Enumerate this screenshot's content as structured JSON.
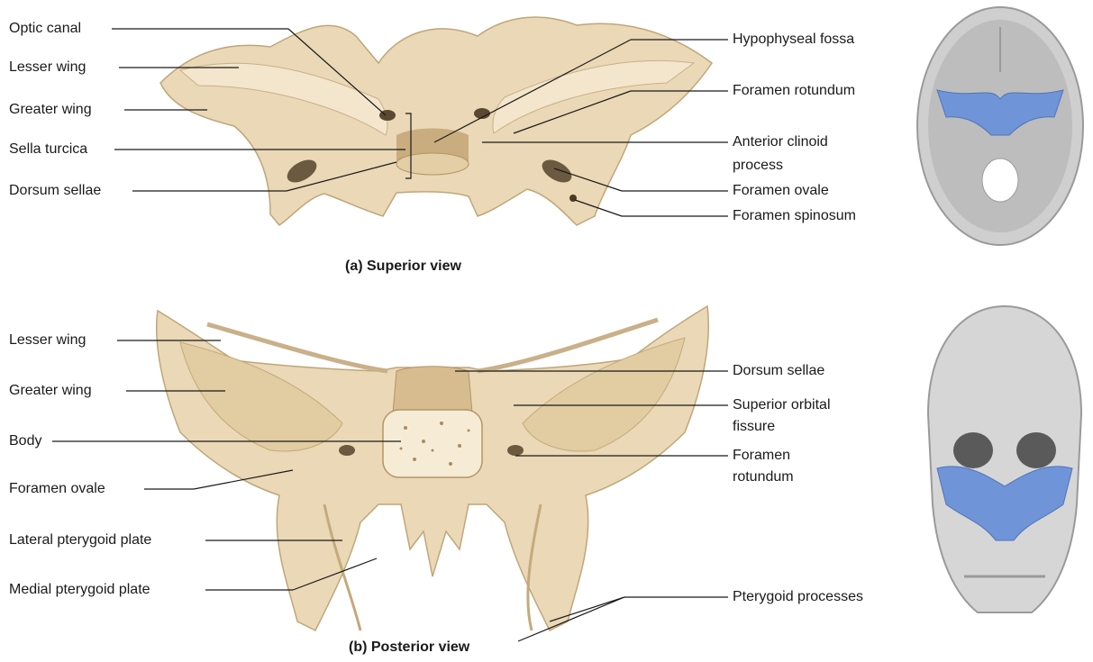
{
  "panel_a": {
    "caption": "(a) Superior view",
    "left_labels": {
      "optic_canal": "Optic canal",
      "lesser_wing": "Lesser wing",
      "greater_wing": "Greater wing",
      "sella_turcica": "Sella turcica",
      "dorsum_sellae": "Dorsum sellae"
    },
    "right_labels": {
      "hypophyseal_fossa": "Hypophyseal fossa",
      "foramen_rotundum": "Foramen rotundum",
      "anterior_clinoid_line1": "Anterior clinoid",
      "anterior_clinoid_line2": "process",
      "foramen_ovale": "Foramen ovale",
      "foramen_spinosum": "Foramen spinosum"
    }
  },
  "panel_b": {
    "caption": "(b) Posterior view",
    "left_labels": {
      "lesser_wing": "Lesser wing",
      "greater_wing": "Greater wing",
      "body": "Body",
      "foramen_ovale": "Foramen ovale",
      "lateral_pterygoid_plate": "Lateral pterygoid plate",
      "medial_pterygoid_plate": "Medial pterygoid plate"
    },
    "right_labels": {
      "dorsum_sellae": "Dorsum sellae",
      "superior_orbital_line1": "Superior orbital",
      "superior_orbital_line2": "fissure",
      "foramen_rotundum_line1": "Foramen",
      "foramen_rotundum_line2": "rotundum",
      "pterygoid_processes": "Pterygoid processes"
    }
  },
  "colors": {
    "bone": "#ead8b6",
    "bone_shadow": "#cdb68d",
    "highlight_blue": "#6f94d8",
    "skull_gray": "#cfcfcf"
  }
}
